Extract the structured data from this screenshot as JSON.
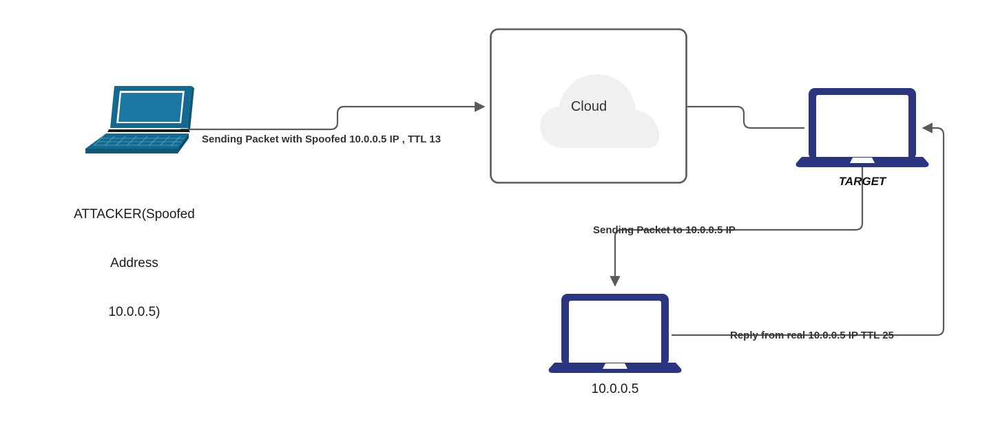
{
  "diagram": {
    "title_text_color": "#333333",
    "background": "#ffffff",
    "wire_color": "#5a5a5a",
    "attacker_color": "#13698f",
    "laptop_color": "#2b3580",
    "cloud_fill": "#f0f0f0",
    "box_stroke": "#5a5a5a"
  },
  "nodes": {
    "attacker": {
      "icon": "laptop-isometric-icon",
      "label_line1": "ATTACKER(Spoofed",
      "label_line2": "Address",
      "label_line3": "10.0.0.5)"
    },
    "cloud": {
      "icon": "cloud-icon",
      "label": "Cloud"
    },
    "target": {
      "icon": "laptop-icon",
      "label": "TARGET"
    },
    "victim": {
      "icon": "laptop-icon",
      "label": "10.0.0.5"
    }
  },
  "edges": {
    "attacker_to_cloud": {
      "label": "Sending Packet with Spoofed 10.0.0.5 IP , TTL 13"
    },
    "cloud_to_target": {
      "label": ""
    },
    "target_to_victim": {
      "label": "Sending Packet to 10.0.0.5 IP"
    },
    "victim_to_target": {
      "label": "Reply from real 10.0.0.5 IP TTL 25"
    }
  }
}
